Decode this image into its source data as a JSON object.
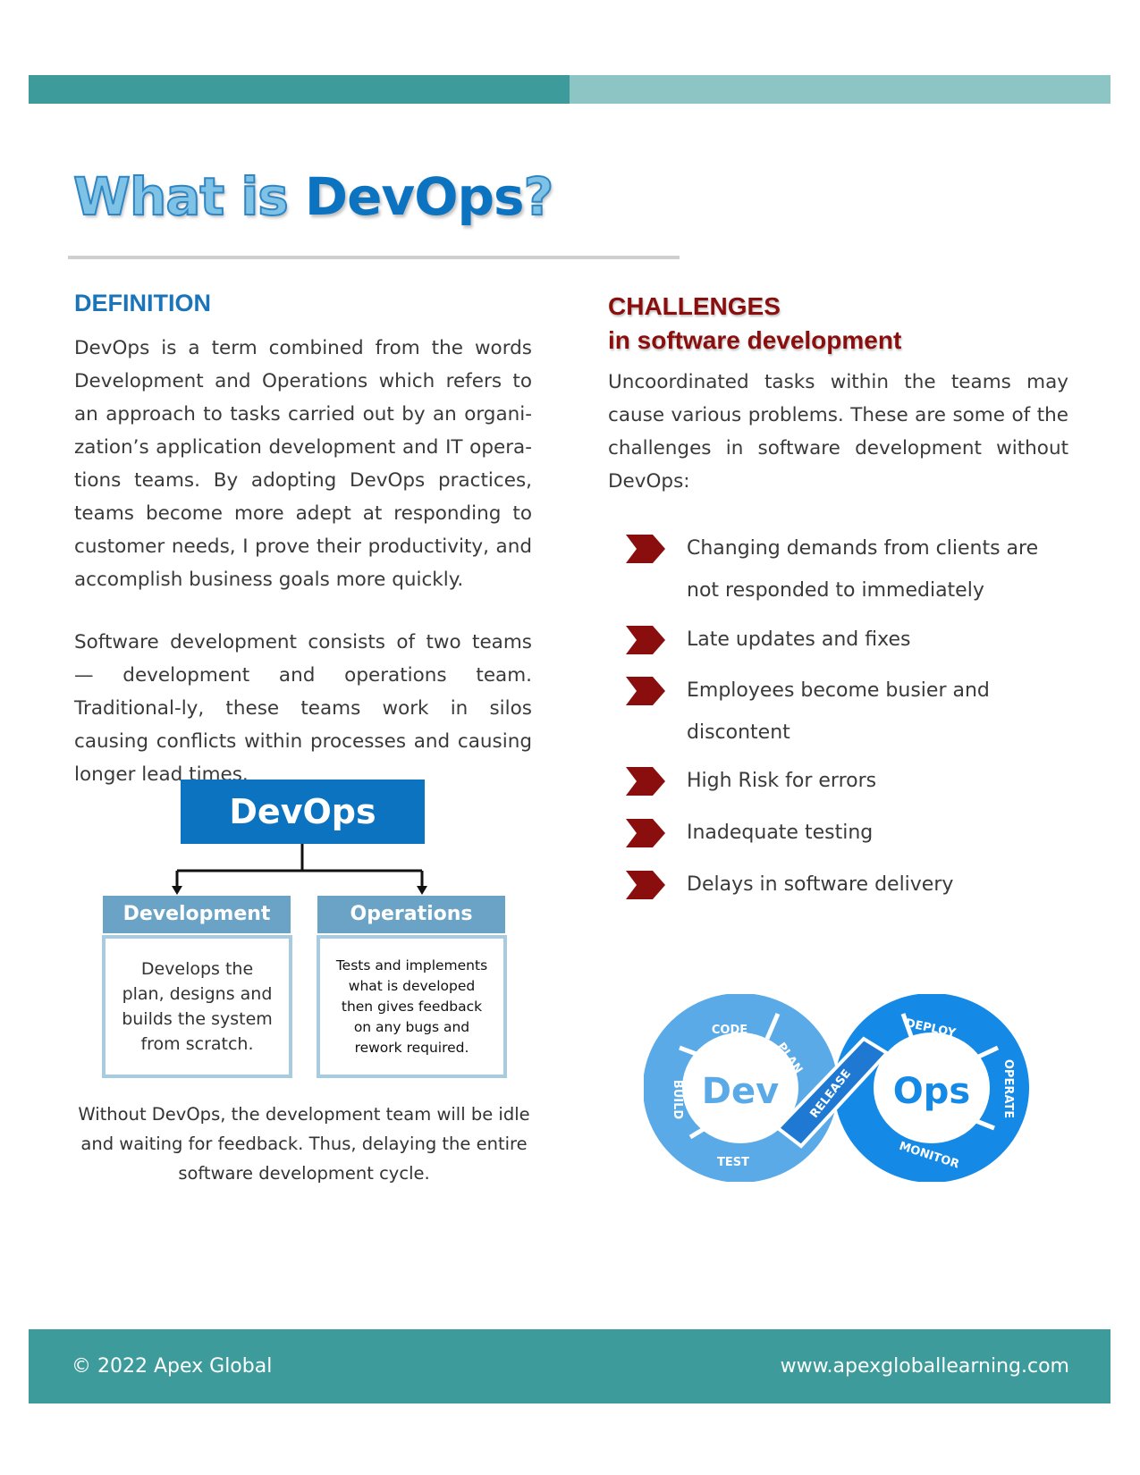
{
  "title": {
    "part1": "What is ",
    "part2": "DevOps",
    "part3": "?"
  },
  "definition": {
    "heading": "DEFINITION",
    "paragraph1": "DevOps is a term combined from the words Development and Operations which refers to an approach to tasks carried out by an organi-zation’s application development and IT opera-tions teams. By adopting DevOps practices, teams become more adept at responding to customer needs, I prove their productivity, and accomplish business goals more quickly.",
    "paragraph2": "Software development consists of two teams — development and operations team. Traditional-ly, these teams work in silos causing conflicts within processes and causing longer lead times."
  },
  "org_diagram": {
    "root": "DevOps",
    "development": {
      "title": "Development",
      "description": "Develops the plan, designs and builds the system from scratch."
    },
    "operations": {
      "title": "Operations",
      "description": "Tests and implements what is developed then gives feedback on any bugs and rework required."
    },
    "caption": "Without DevOps, the development team will be idle and waiting for feedback. Thus, delaying the entire software development cycle."
  },
  "challenges": {
    "heading_line1": "CHALLENGES",
    "heading_line2": "in software development",
    "intro": "Uncoordinated tasks within the teams may cause various problems. These are some of the challenges in software development without DevOps:",
    "items": [
      "Changing demands from clients are not responded to immediately",
      "Late updates and fixes",
      "Employees become busier and discontent",
      "High Risk for errors",
      "Inadequate testing",
      "Delays in software delivery"
    ]
  },
  "infinity_loop": {
    "left_label": "Dev",
    "right_label": "Ops",
    "stages": {
      "code": "CODE",
      "plan": "PLAN",
      "build": "BUILD",
      "test": "TEST",
      "release": "RELEASE",
      "deploy": "DEPLOY",
      "operate": "OPERATE",
      "monitor": "MONITOR"
    }
  },
  "footer": {
    "copyright": "© 2022 Apex Global",
    "website": "www.apexgloballearning.com"
  },
  "colors": {
    "teal": "#3d9c9b",
    "teal_light": "#8cc5c4",
    "blue": "#0b73c0",
    "light_blue": "#7ec3e6",
    "maroon": "#8b0e0e"
  }
}
